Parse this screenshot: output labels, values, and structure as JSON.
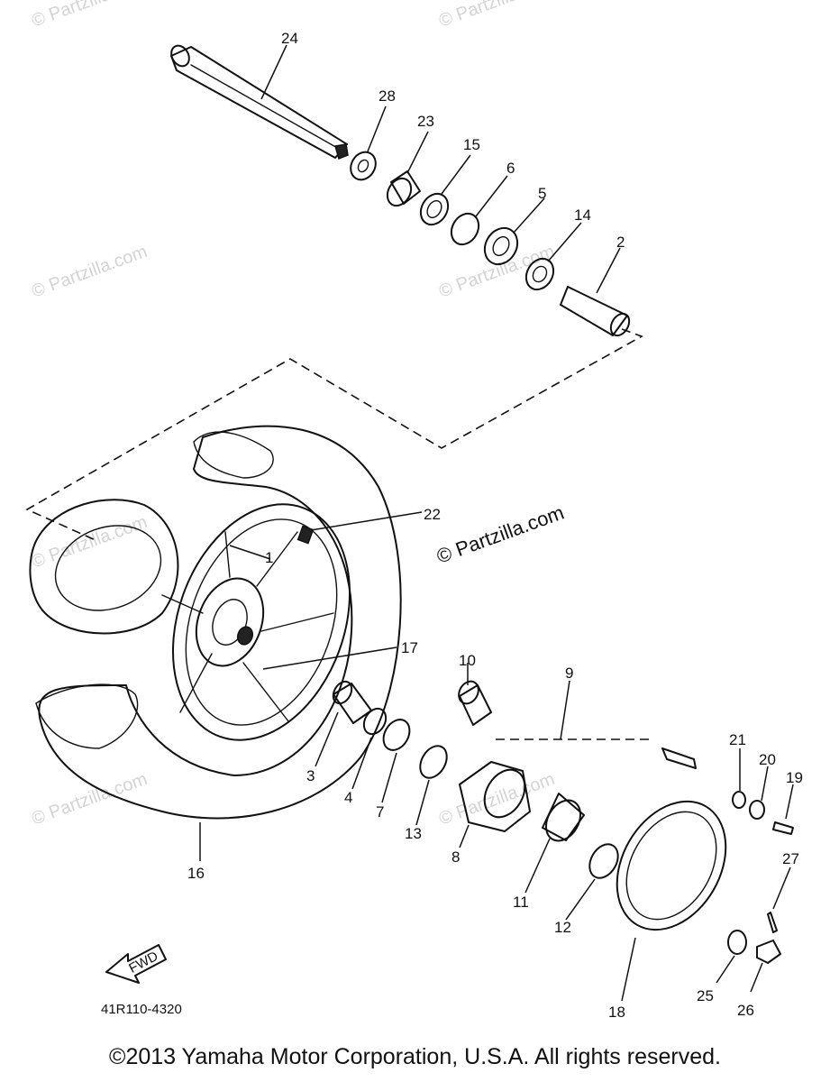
{
  "watermark": {
    "text": "© Partzilla.com"
  },
  "parts": {
    "p24": "24",
    "p28": "28",
    "p23": "23",
    "p15": "15",
    "p6": "6",
    "p5": "5",
    "p14": "14",
    "p2": "2",
    "p22": "22",
    "p1": "1",
    "p17": "17",
    "p10": "10",
    "p9": "9",
    "p3": "3",
    "p4": "4",
    "p7": "7",
    "p13": "13",
    "p8": "8",
    "p21": "21",
    "p20": "20",
    "p19": "19",
    "p27": "27",
    "p11": "11",
    "p12": "12",
    "p16": "16",
    "p18": "18",
    "p25": "25",
    "p26": "26"
  },
  "fwd_label": "FWD",
  "diagram_code": "41R110-4320",
  "copyright": "©2013 Yamaha Motor Corporation, U.S.A. All rights reserved."
}
